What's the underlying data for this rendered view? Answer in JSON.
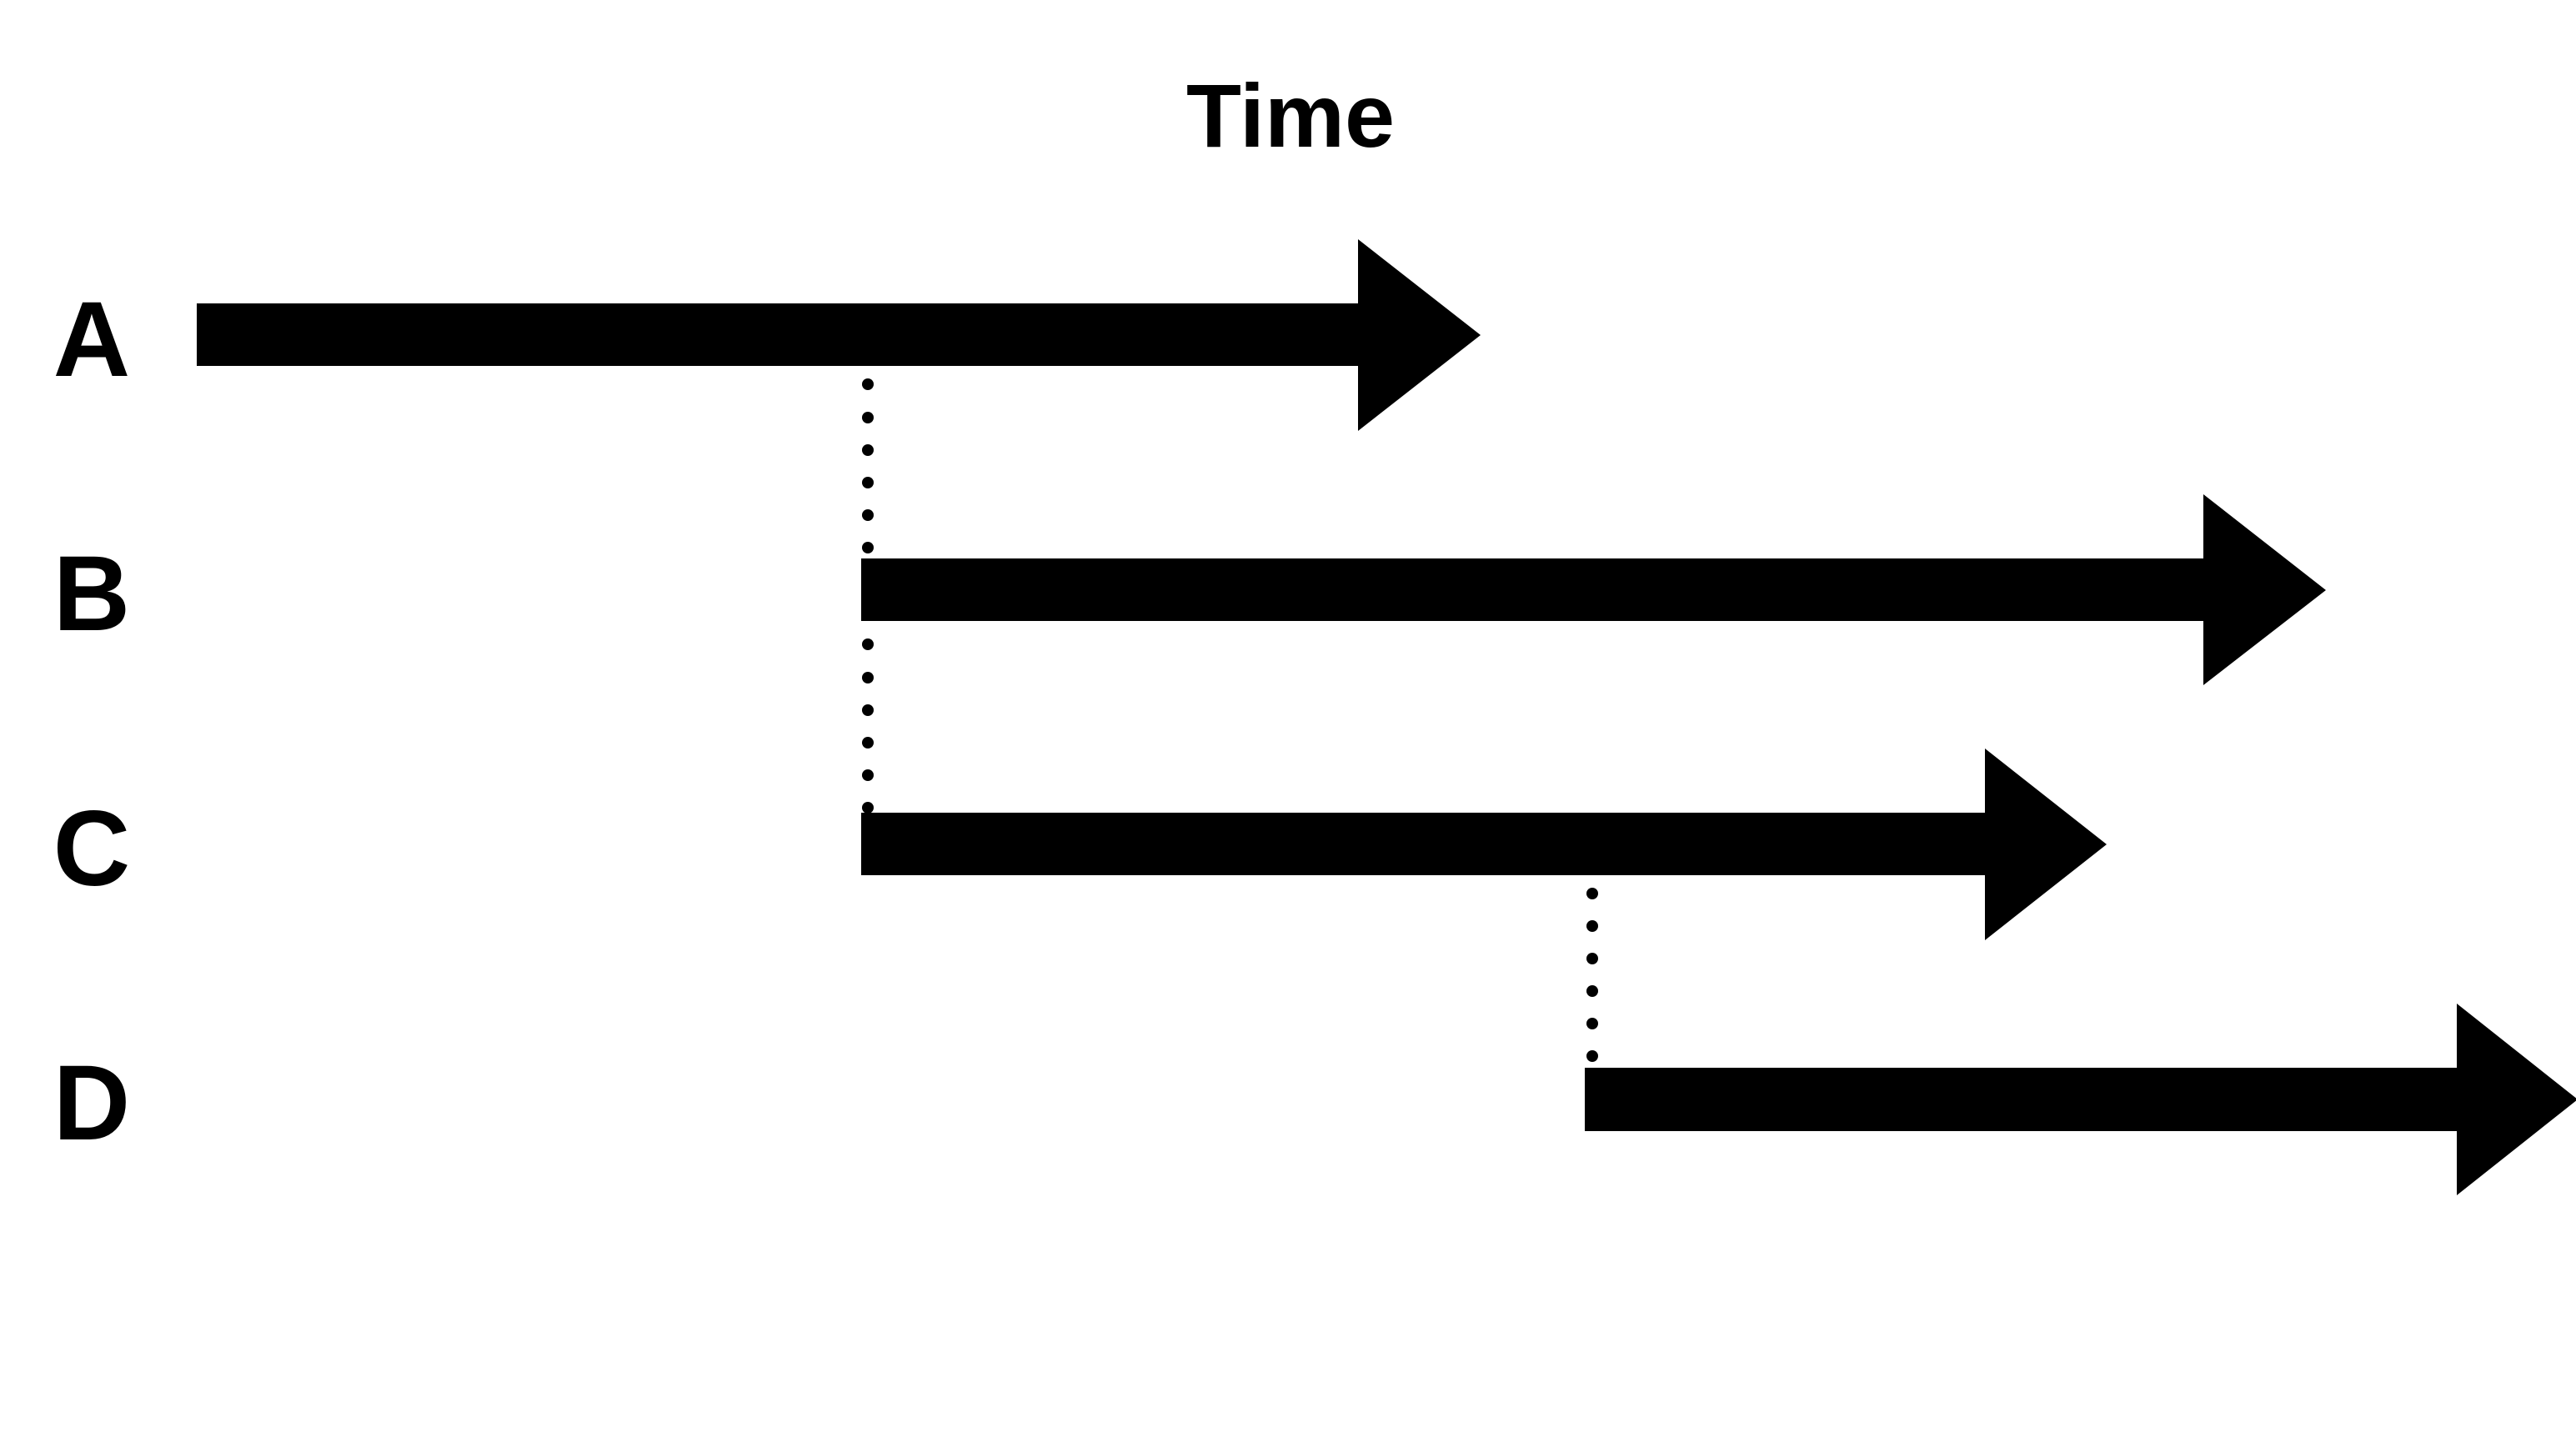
{
  "diagram": {
    "title": "Time",
    "rows": [
      {
        "id": "A",
        "label": "A"
      },
      {
        "id": "B",
        "label": "B"
      },
      {
        "id": "C",
        "label": "C"
      },
      {
        "id": "D",
        "label": "D"
      }
    ],
    "connectors": [
      {
        "from": "A",
        "to": "C",
        "style": "dotted"
      },
      {
        "from": "C",
        "to": "D",
        "style": "dotted"
      }
    ],
    "colors": {
      "arrow": "#000000",
      "text": "#000000",
      "background": "#ffffff"
    }
  }
}
